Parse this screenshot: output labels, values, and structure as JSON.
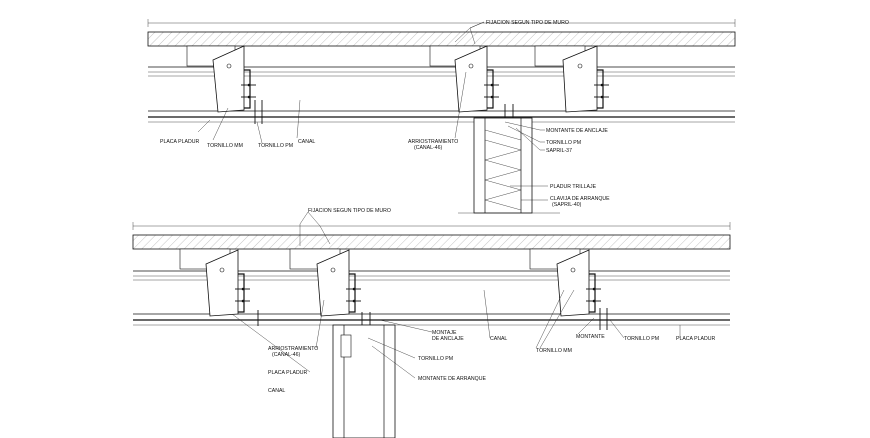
{
  "top_detail": {
    "labels": {
      "fijacion": "FIJACION SEGUN TIPO DE MURO",
      "placa_pladur": "PLACA PLADUR",
      "tornillo_mm": "TORNILLO MM",
      "tornillo_pm": "TORNILLO PM",
      "canal": "CANAL",
      "arriostramiento_line1": "ARRIOSTRAMIENTO",
      "arriostramiento_line2": "(CANAL-46)",
      "montante_anclaje": "MONTANTE DE ANCLAJE",
      "tornillo_pm_right": "TORNILLO PM",
      "sapril": "SAPRIL-37",
      "pladur_trillaje": "PLADUR TRILLAJE",
      "clavija_line1": "CLAVIJA DE ARRANQUE",
      "clavija_line2": "(SAPRIL-40)"
    }
  },
  "bottom_detail": {
    "labels": {
      "fijacion": "FIJACION SEGUN TIPO DE MURO",
      "arriostramiento_line1": "ARRIOSTRAMIENTO",
      "arriostramiento_line2": "(CANAL-46)",
      "montaje_line1": "MONTAJE",
      "montaje_line2": "DE ANCLAJE",
      "canal_center": "CANAL",
      "tornillo_pm": "TORNILLO PM",
      "montante_arranque": "MONTANTE DE ARRANQUE",
      "placa_pladur_left": "PLACA PLADUR",
      "canal_left": "CANAL",
      "tornillo_mm": "TORNILLO MM",
      "montante": "MONTANTE",
      "tornillo_pm_right": "TORNILLO PM",
      "placa_pladur_right": "PLACA PLADUR"
    }
  }
}
